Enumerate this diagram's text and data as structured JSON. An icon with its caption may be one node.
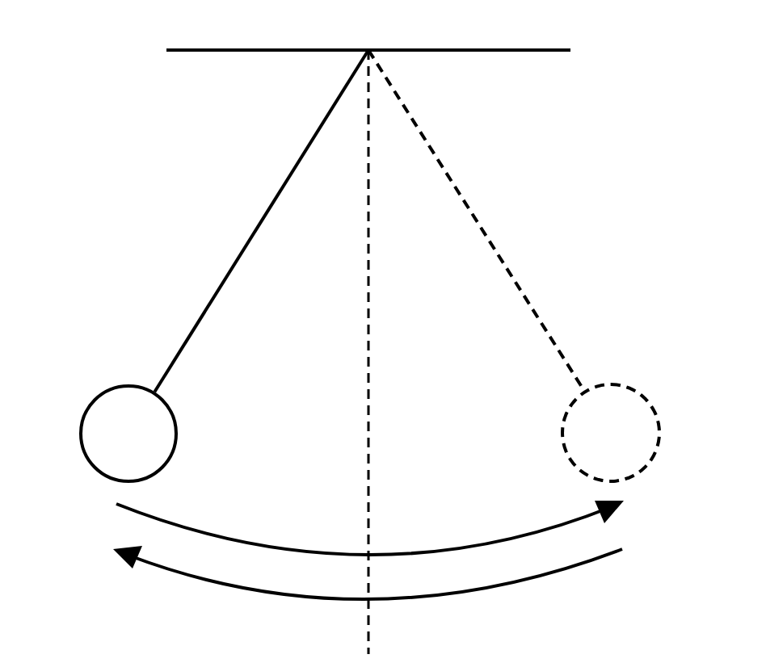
{
  "diagram": {
    "nodes": [
      {
        "text": [],
        "shape": "bar"
      },
      {
        "text": [],
        "shape": "circle"
      },
      {
        "text": [],
        "shape": "circle"
      }
    ],
    "edges": [
      {
        "from": 0,
        "to": 1,
        "arrow": "none"
      },
      {
        "from": 0,
        "to": 2,
        "arrow": "none",
        "style": "dashed"
      }
    ]
  }
}
